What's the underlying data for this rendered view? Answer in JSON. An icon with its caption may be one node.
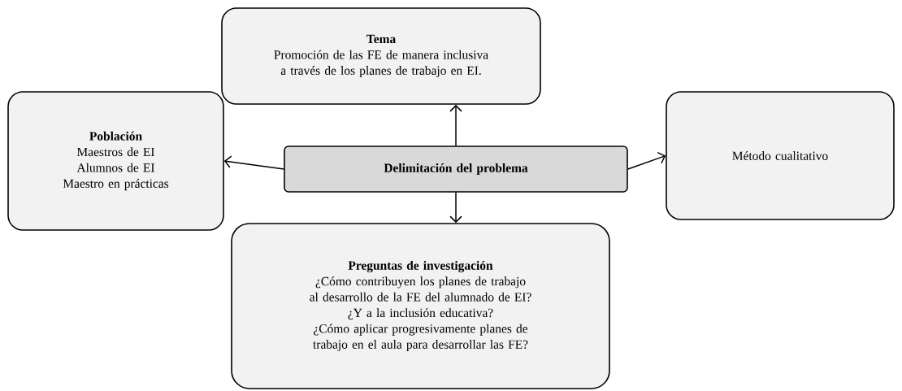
{
  "diagram": {
    "nodes": [
      {
        "text": [
          "Tema",
          "Promoción de las FE de manera inclusiva a través de los planes de trabajo en EI."
        ]
      },
      {
        "text": [
          "Población",
          "Maestros de EI",
          "Alumnos de EI",
          "Maestro en prácticas"
        ]
      },
      {
        "text": [
          "Delimitación del problema"
        ]
      },
      {
        "text": [
          "Método cualitativo"
        ]
      },
      {
        "text": [
          "Preguntas de investigación",
          "¿Cómo contribuyen los planes de trabajo al desarrollo de la FE del alumnado de EI?",
          "¿Y a la inclusión educativa?",
          "¿Cómo aplicar progresivamente planes de trabajo en el aula para desarrollar las FE?"
        ]
      }
    ],
    "edges": [
      {
        "from": 2,
        "to": 0,
        "arrow": "to"
      },
      {
        "from": 2,
        "to": 1,
        "arrow": "to"
      },
      {
        "from": 2,
        "to": 3,
        "arrow": "to"
      },
      {
        "from": 2,
        "to": 4,
        "arrow": "to"
      }
    ]
  }
}
